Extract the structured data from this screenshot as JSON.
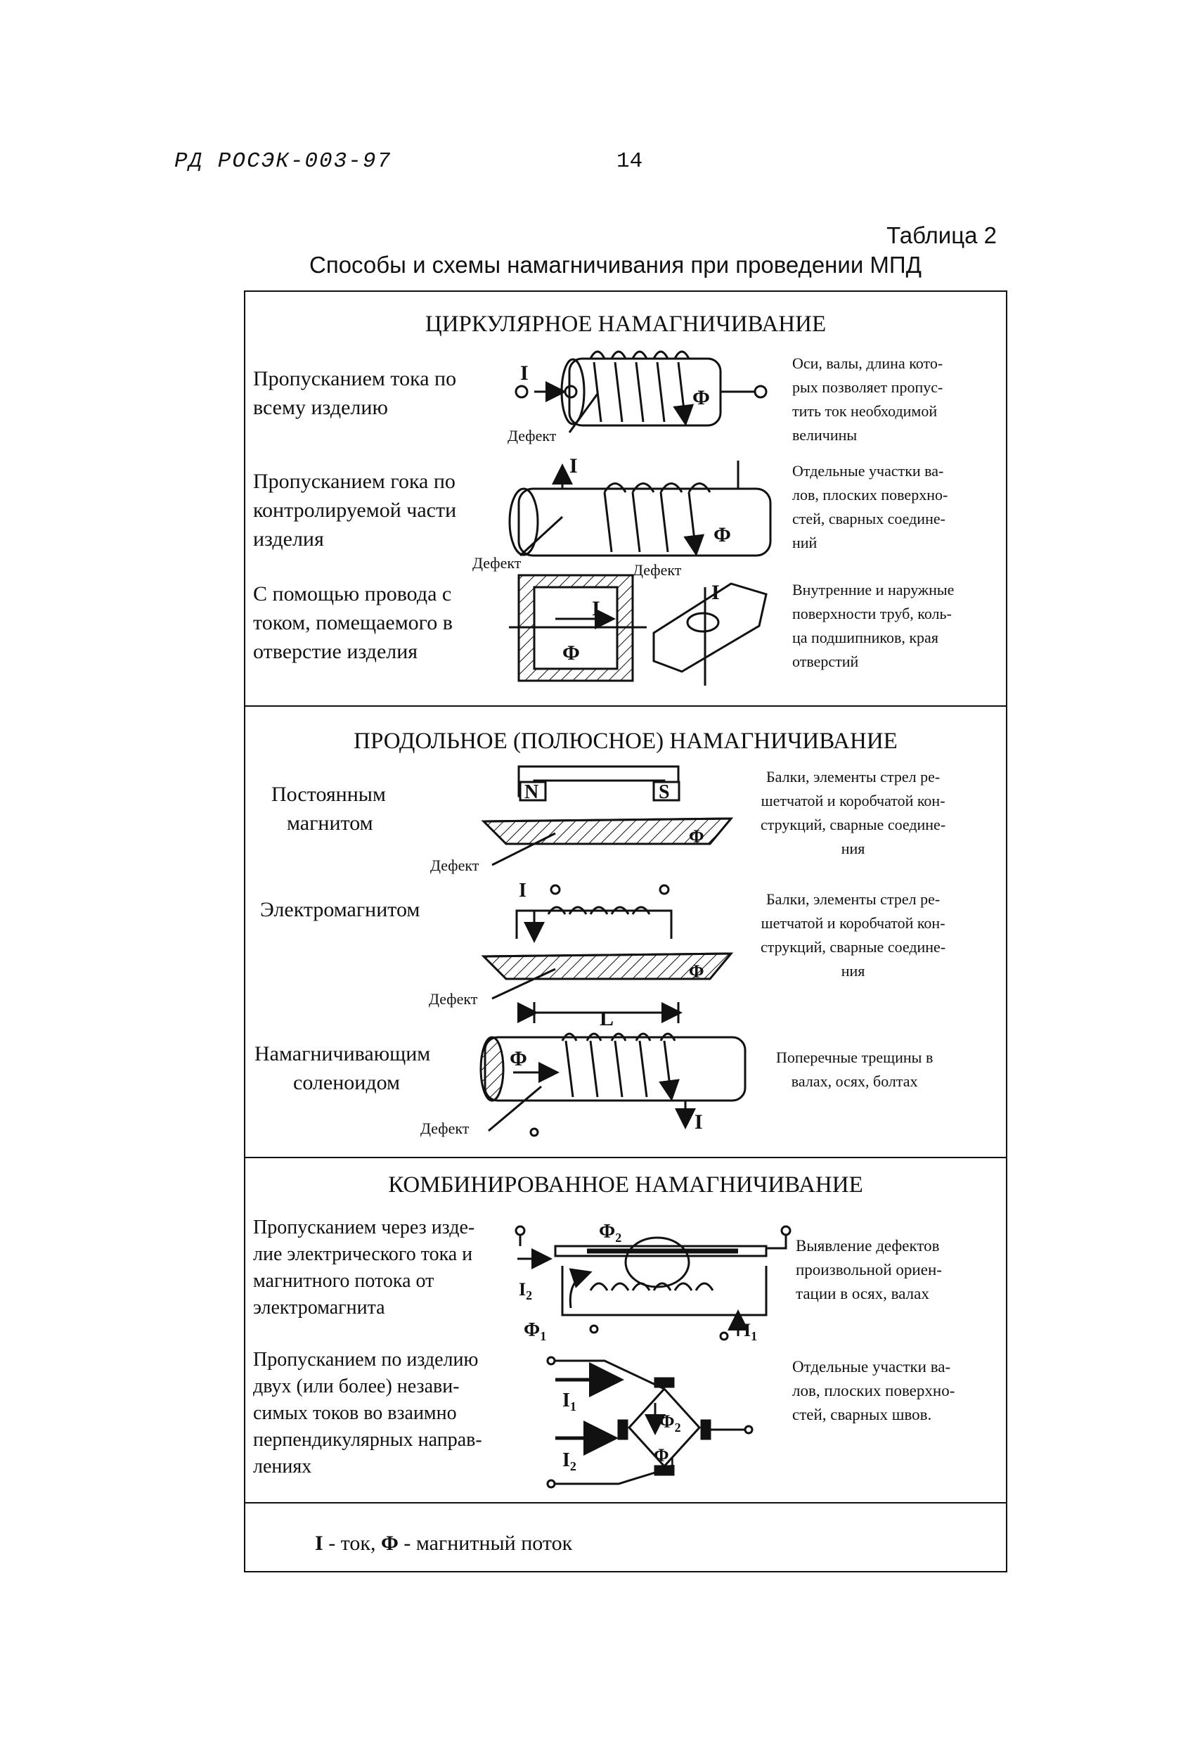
{
  "header": {
    "doc_id": "РД РОСЭК-003-97",
    "page_number": "14"
  },
  "table": {
    "label": "Таблица 2",
    "title": "Способы и схемы намагничивания при проведении МПД"
  },
  "sections": [
    {
      "title": "ЦИРКУЛЯРНОЕ НАМАГНИЧИВАНИЕ",
      "rows": [
        {
          "method_lines": [
            "Пропусканием тока по",
            "всему изделию"
          ],
          "application_lines": [
            "Оси, валы, длина кото-",
            "рых позволяет пропус-",
            "тить ток необходимой",
            "величины"
          ]
        },
        {
          "method_lines": [
            "Пропусканием гока по",
            "контролируемой части",
            "изделия"
          ],
          "application_lines": [
            "Отдельные участки ва-",
            "лов, плоских поверхно-",
            "стей, сварных соедине-",
            "ний"
          ]
        },
        {
          "method_lines": [
            "С помощью провода с",
            "током, помещаемого в",
            "отверстие изделия"
          ],
          "application_lines": [
            "Внутренние и наружные",
            "поверхности труб, коль-",
            "ца подшипников, края",
            "отверстий"
          ]
        }
      ]
    },
    {
      "title": "ПРОДОЛЬНОЕ (ПОЛЮСНОЕ) НАМАГНИЧИВАНИЕ",
      "rows": [
        {
          "method_lines": [
            "Постоянным",
            "магнитом"
          ],
          "application_lines": [
            "Балки, элементы стрел ре-",
            "шетчатой и коробчатой кон-",
            "струкций, сварные соедине-",
            "ния"
          ]
        },
        {
          "method_lines": [
            "Электромагнитом"
          ],
          "application_lines": [
            "Балки, элементы стрел ре-",
            "шетчатой и коробчатой кон-",
            "струкций, сварные соедине-",
            "ния"
          ]
        },
        {
          "method_lines": [
            "Намагничивающим",
            "соленоидом"
          ],
          "application_lines": [
            "Поперечные трещины в",
            "валах, осях, болтах"
          ]
        }
      ]
    },
    {
      "title": "КОМБИНИРОВАННОЕ НАМАГНИЧИВАНИЕ",
      "rows": [
        {
          "method_lines": [
            "Пропусканием через изде-",
            "лие электрического тока и",
            "магнитного потока от",
            "электромагнита"
          ],
          "application_lines": [
            "Выявление дефектов",
            "произвольной ориен-",
            "тации в осях, валах"
          ]
        },
        {
          "method_lines": [
            "Пропусканием по изделию",
            "двух (или более) незави-",
            "симых токов во взаимно",
            "перпендикулярных направ-",
            "лениях"
          ],
          "application_lines": [
            "Отдельные участки ва-",
            "лов, плоских поверхно-",
            "стей, сварных швов."
          ]
        }
      ]
    }
  ],
  "diagram_labels": {
    "defect": "Дефект",
    "current": "I",
    "flux": "Φ",
    "flux1": "Φ",
    "flux2": "Φ",
    "sub1": "1",
    "sub2": "2",
    "north": "N",
    "south": "S",
    "length": "L"
  },
  "legend": {
    "i_symbol": "I",
    "i_text": " - ток, ",
    "phi_symbol": "Φ",
    "phi_text": " - магнитный поток"
  }
}
